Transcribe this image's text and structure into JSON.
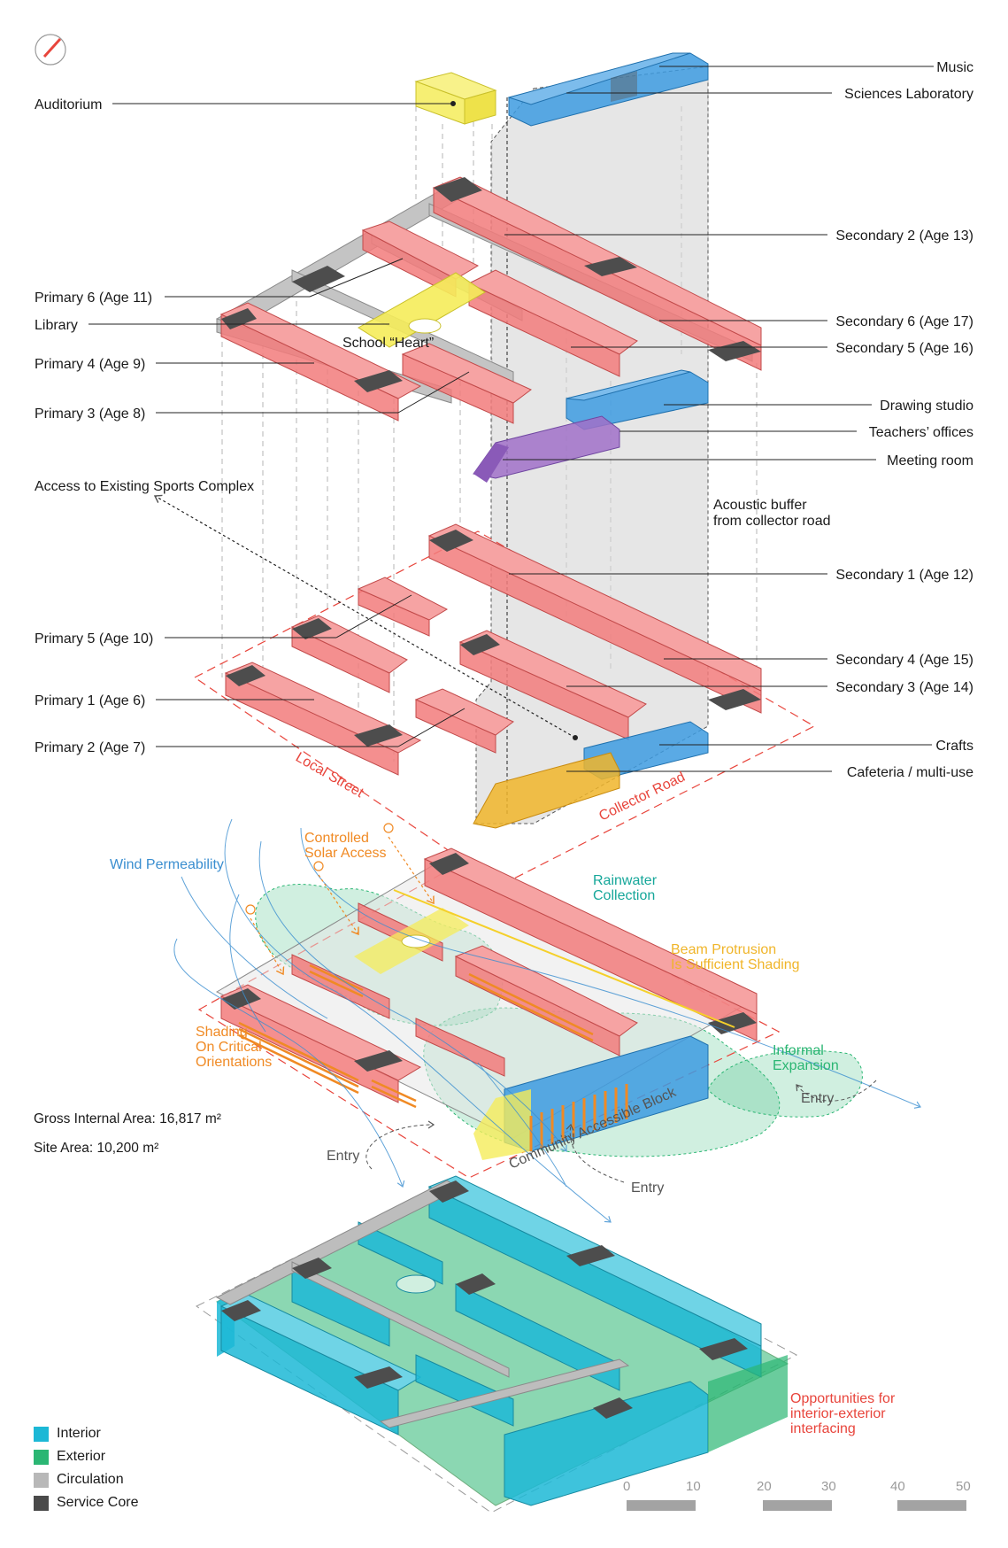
{
  "labels_left": {
    "auditorium": "Auditorium",
    "primary6": "Primary 6 (Age 11)",
    "library": "Library",
    "primary4": "Primary 4 (Age 9)",
    "primary3": "Primary 3 (Age 8)",
    "sports_access": "Access to Existing Sports Complex",
    "primary5": "Primary 5 (Age 10)",
    "primary1": "Primary 1 (Age 6)",
    "primary2": "Primary 2 (Age 7)"
  },
  "labels_right": {
    "music": "Music",
    "sciences": "Sciences Laboratory",
    "secondary2": "Secondary 2 (Age 13)",
    "secondary6": "Secondary 6 (Age 17)",
    "secondary5": "Secondary 5 (Age 16)",
    "drawing": "Drawing studio",
    "teachers": "Teachers’ offices",
    "meeting": "Meeting room",
    "acoustic_1": "Acoustic buffer",
    "acoustic_2": "from collector road",
    "secondary1": "Secondary 1 (Age 12)",
    "secondary4": "Secondary 4 (Age 15)",
    "secondary3": "Secondary 3 (Age 14)",
    "crafts": "Crafts",
    "cafeteria": "Cafeteria / multi-use"
  },
  "center_labels": {
    "school_heart": "School “Heart”",
    "local_street": "Local Street",
    "collector_road": "Collector Road"
  },
  "strategy_labels": {
    "wind_permeability": "Wind Permeability",
    "controlled_solar_1": "Controlled",
    "controlled_solar_2": "Solar Access",
    "rainwater_1": "Rainwater",
    "rainwater_2": "Collection",
    "beam_1": "Beam Protrusion",
    "beam_2": "Is Sufficient Shading",
    "shading_1": "Shading",
    "shading_2": "On Critical",
    "shading_3": "Orientations",
    "informal_1": "Informal",
    "informal_2": "Expansion",
    "community_block": "Community Accessible Block",
    "entry_a": "Entry",
    "entry_b": "Entry",
    "entry_c": "Entry"
  },
  "stats": {
    "gross_internal_area": "Gross Internal Area: 16,817 m²",
    "site_area": "Site Area: 10,200 m²"
  },
  "bottom_note": {
    "line1": "Opportunities for",
    "line2": "interior-exterior",
    "line3": "interfacing"
  },
  "legend": [
    {
      "label": "Interior",
      "color": "#1cb8d6"
    },
    {
      "label": "Exterior",
      "color": "#2bb673"
    },
    {
      "label": "Circulation",
      "color": "#b8b8b8"
    },
    {
      "label": "Service Core",
      "color": "#4a4a4a"
    }
  ],
  "scale": [
    "0",
    "10",
    "20",
    "30",
    "40",
    "50"
  ],
  "colors": {
    "classroom": "#f27b7b",
    "service": "#4d4d4d",
    "circulation": "#bdbdbd",
    "library": "#f5ec5a",
    "science": "#3d9be0",
    "meeting": "#a070c8",
    "cafeteria": "#f0b52a",
    "street": "#e8453c",
    "wind": "#3a8ed0",
    "solar": "#f08a24",
    "rain": "#16a79a",
    "green": "#2bb673"
  },
  "icons": {
    "north": "north-arrow-icon",
    "sun": "sun-icon"
  }
}
